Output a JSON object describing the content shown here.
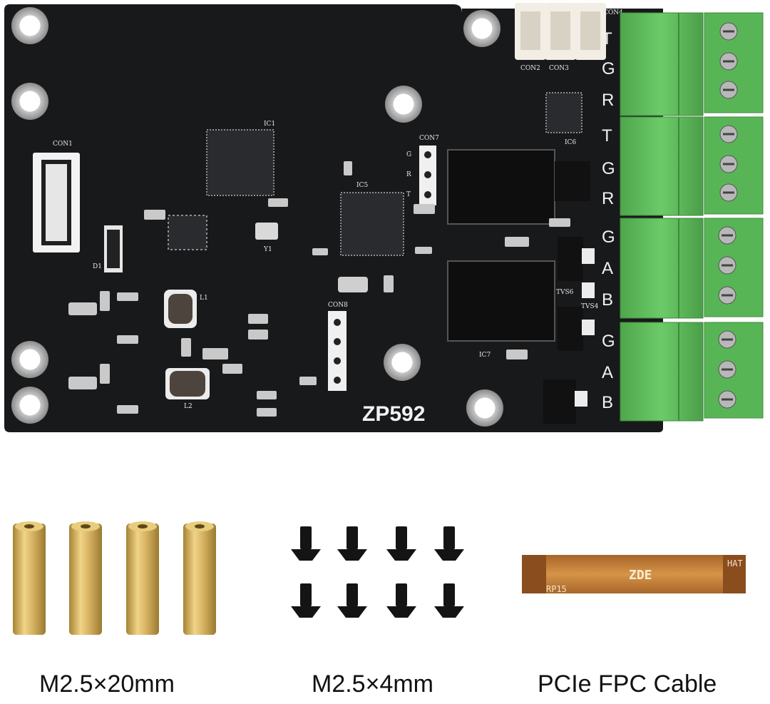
{
  "board": {
    "model_label": "ZP592",
    "connector_labels": [
      "CON1",
      "CON2",
      "CON3",
      "CON4",
      "CON7",
      "CON8"
    ],
    "terminal_pin_labels": [
      "T",
      "G",
      "R",
      "T",
      "G",
      "R",
      "G",
      "A",
      "B",
      "G",
      "A",
      "B"
    ],
    "header_pin_labels": [
      "G",
      "R",
      "T"
    ],
    "chip_labels": [
      "IC1",
      "IC5",
      "IC6",
      "IC7",
      "Y1",
      "L1",
      "L2",
      "D1",
      "TVS6",
      "TVS4"
    ]
  },
  "accessories": {
    "standoff_caption": "M2.5×20mm",
    "screw_caption": "M2.5×4mm",
    "cable_caption": "PCIe FPC Cable",
    "cable_print_left": "RP15",
    "cable_print_center": "ZDE",
    "cable_print_right": "HAT"
  },
  "colors": {
    "pcb": "#18191b",
    "terminal_green": "#5db85a",
    "brass": "#d2ae5e",
    "screw_black": "#141414",
    "cable_amber": "#c9843a"
  }
}
